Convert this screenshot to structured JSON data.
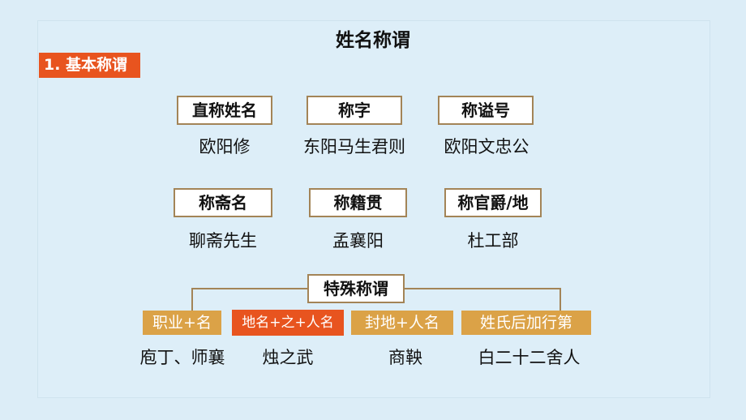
{
  "title": "姓名称谓",
  "section": "1. 基本称谓",
  "row1": [
    {
      "category": "直称姓名",
      "example": "欧阳修"
    },
    {
      "category": "称字",
      "example": "东阳马生君则"
    },
    {
      "category": "称谥号",
      "example": "欧阳文忠公"
    }
  ],
  "row2": [
    {
      "category": "称斋名",
      "example": "聊斋先生"
    },
    {
      "category": "称籍贯",
      "example": "孟襄阳"
    },
    {
      "category": "称官爵/地",
      "example": "杜工部"
    }
  ],
  "special": {
    "label": "特殊称谓",
    "items": [
      {
        "tag": "职业+名",
        "example": "庖丁、师襄"
      },
      {
        "tag": "地名+之+人名",
        "example": "烛之武"
      },
      {
        "tag": "封地+人名",
        "example": "商鞅"
      },
      {
        "tag": "姓氏后加行第",
        "example": "白二十二舍人"
      }
    ]
  },
  "colors": {
    "accent": "#e8541f",
    "gold": "#dba247",
    "border": "#a38457"
  }
}
